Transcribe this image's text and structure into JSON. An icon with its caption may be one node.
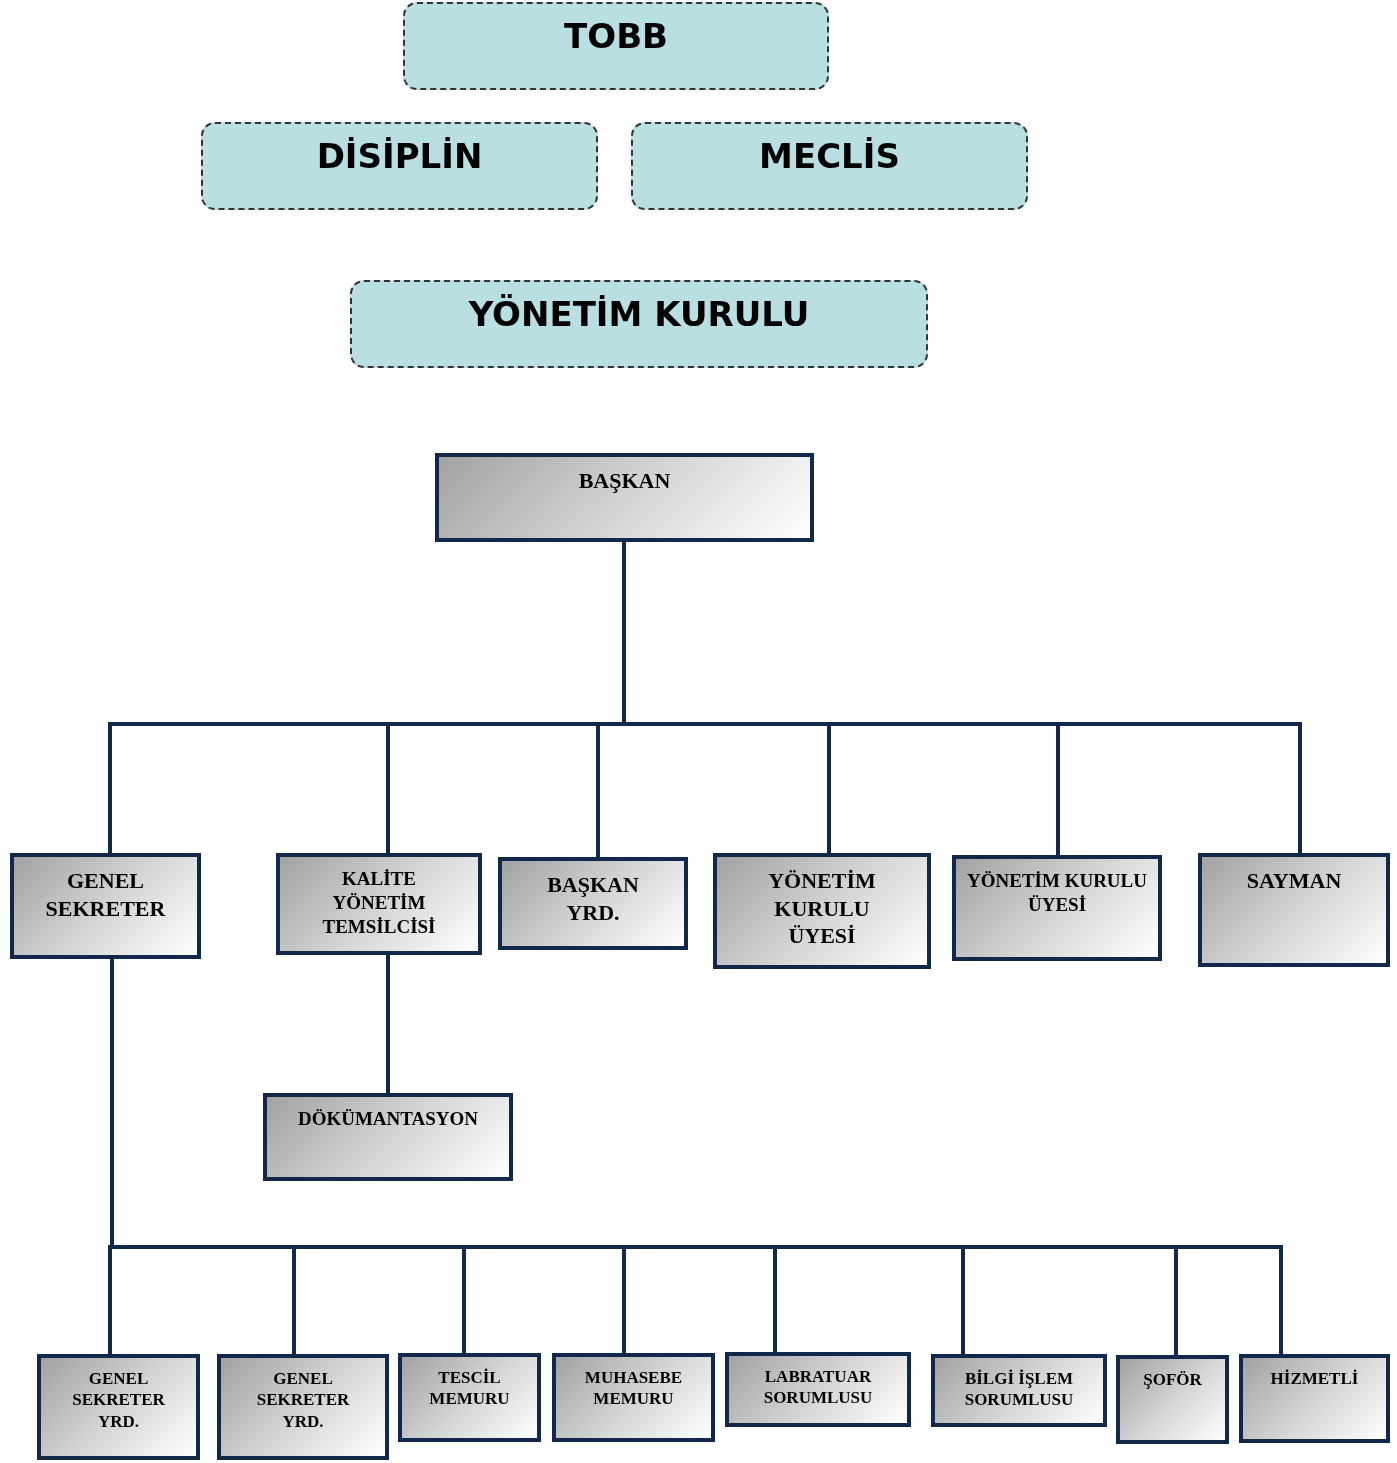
{
  "diagram": {
    "nodes": [
      {
        "text": [
          "TOBB"
        ]
      },
      {
        "text": [
          "DİSİPLİN"
        ]
      },
      {
        "text": [
          "MECLİS"
        ]
      },
      {
        "text": [
          "YÖNETİM KURULU"
        ]
      },
      {
        "text": [
          "BAŞKAN"
        ]
      },
      {
        "text": [
          "GENEL SEKRETER"
        ]
      },
      {
        "text": [
          "KALİTE YÖNETİM TEMSİLCİSİ"
        ]
      },
      {
        "text": [
          "BAŞKAN YRD."
        ]
      },
      {
        "text": [
          "YÖNETİM KURULU ÜYESİ"
        ]
      },
      {
        "text": [
          "YÖNETİM KURULU ÜYESİ"
        ]
      },
      {
        "text": [
          "SAYMAN"
        ]
      },
      {
        "text": [
          "DÖKÜMANTASYON"
        ]
      },
      {
        "text": [
          "GENEL SEKRETER YRD."
        ]
      },
      {
        "text": [
          "GENEL SEKRETER YRD."
        ]
      },
      {
        "text": [
          "TESCİL MEMURU"
        ]
      },
      {
        "text": [
          "MUHASEBE MEMURU"
        ]
      },
      {
        "text": [
          "LABRATUAR SORUMLUSU"
        ]
      },
      {
        "text": [
          "BİLGİ İŞLEM SORUMLUSU"
        ]
      },
      {
        "text": [
          "ŞOFÖR"
        ]
      },
      {
        "text": [
          "HİZMETLİ"
        ]
      }
    ],
    "edges": [
      {
        "from": 4,
        "to": 5,
        "arrow": "none"
      },
      {
        "from": 4,
        "to": 6,
        "arrow": "none"
      },
      {
        "from": 4,
        "to": 7,
        "arrow": "none"
      },
      {
        "from": 4,
        "to": 8,
        "arrow": "none"
      },
      {
        "from": 4,
        "to": 9,
        "arrow": "none"
      },
      {
        "from": 4,
        "to": 10,
        "arrow": "none"
      },
      {
        "from": 6,
        "to": 11,
        "arrow": "none"
      },
      {
        "from": 5,
        "to": 12,
        "arrow": "none"
      },
      {
        "from": 5,
        "to": 13,
        "arrow": "none"
      },
      {
        "from": 5,
        "to": 14,
        "arrow": "none"
      },
      {
        "from": 5,
        "to": 15,
        "arrow": "none"
      },
      {
        "from": 5,
        "to": 16,
        "arrow": "none"
      },
      {
        "from": 5,
        "to": 17,
        "arrow": "none"
      },
      {
        "from": 5,
        "to": 18,
        "arrow": "none"
      },
      {
        "from": 5,
        "to": 19,
        "arrow": "none"
      }
    ]
  }
}
